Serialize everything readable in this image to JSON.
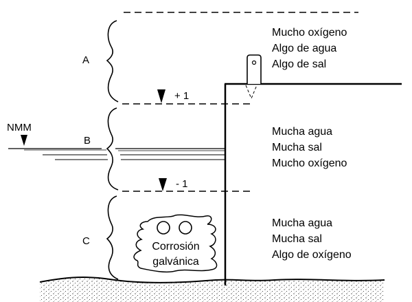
{
  "zones": [
    {
      "label": "A",
      "conditions": [
        "Mucho oxígeno",
        "Algo de agua",
        "Algo de sal"
      ]
    },
    {
      "label": "B",
      "conditions": [
        "Mucha agua",
        "Mucha sal",
        "Mucho oxígeno"
      ]
    },
    {
      "label": "C",
      "conditions": [
        "Mucha agua",
        "Mucha sal",
        "Algo de oxígeno"
      ]
    }
  ],
  "levels": {
    "upper": "+ 1",
    "lower": "- 1",
    "sea_level": "NMM"
  },
  "corrosion": {
    "line1": "Corrosión",
    "line2": "galvánica"
  }
}
